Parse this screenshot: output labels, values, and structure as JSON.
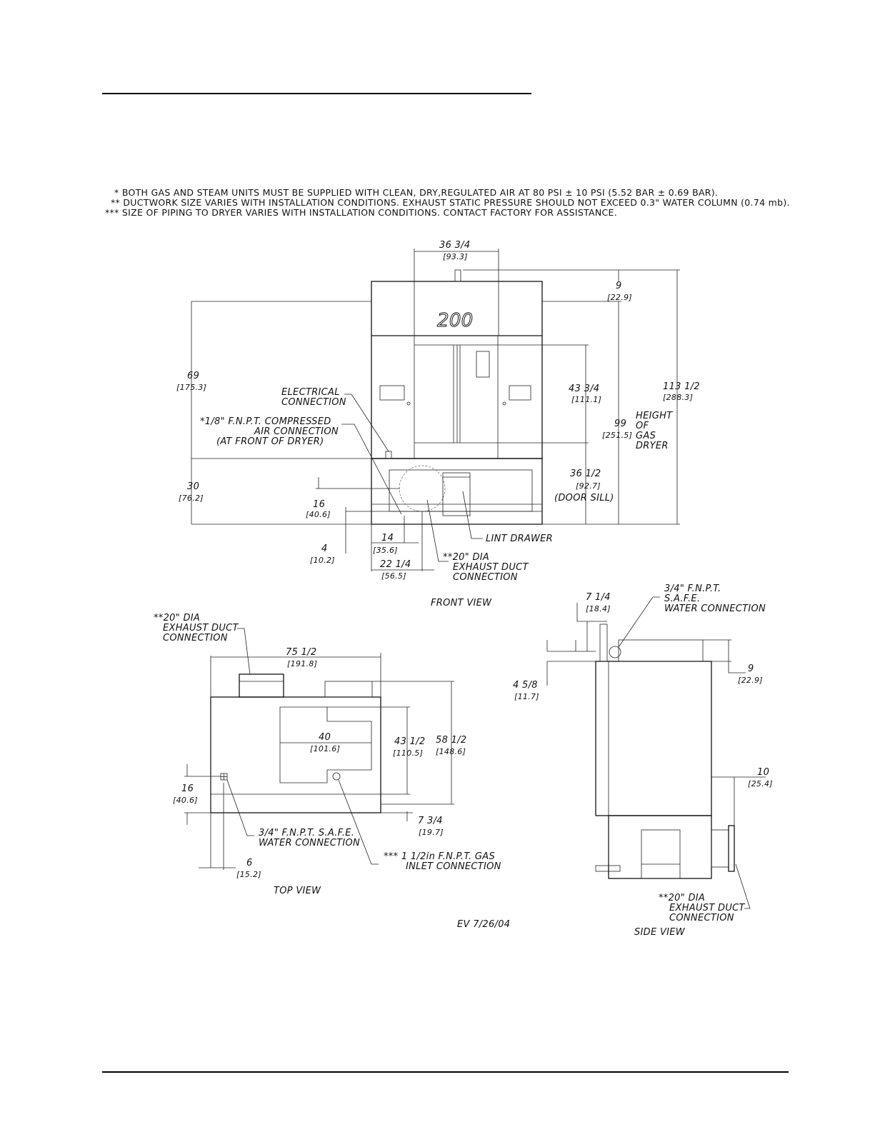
{
  "notes": [
    "* BOTH GAS AND STEAM UNITS MUST BE SUPPLIED WITH CLEAN, DRY,REGULATED AIR AT 80 PSI ± 10 PSI (5.52 BAR ± 0.69 BAR).",
    "** DUCTWORK SIZE VARIES WITH INSTALLATION CONDITIONS. EXHAUST STATIC PRESSURE SHOULD NOT EXCEED 0.3\" WATER COLUMN (0.74 mb).",
    "*** SIZE OF PIPING TO DRYER VARIES WITH INSTALLATION CONDITIONS. CONTACT FACTORY FOR ASSISTANCE."
  ],
  "front_view": {
    "title": "FRONT VIEW",
    "model_number": "200",
    "width": {
      "imperial": "36 3/4",
      "metric": "[93.3]"
    },
    "top_offset": {
      "imperial": "9",
      "metric": "[22.9]"
    },
    "overall_height": {
      "imperial": "113 1/2",
      "metric": "[288.3]"
    },
    "height_labels": [
      "HEIGHT",
      "OF",
      "GAS",
      "DRYER"
    ],
    "cabinet_height": {
      "imperial": "99",
      "metric": "[251.5]"
    },
    "door_height": {
      "imperial": "43 3/4",
      "metric": "[111.1]"
    },
    "door_sill": {
      "imperial": "36 1/2",
      "metric": "[92.7]",
      "label": "(DOOR SILL)"
    },
    "left_height": {
      "imperial": "69",
      "metric": "[175.3]"
    },
    "base_height": {
      "imperial": "30",
      "metric": "[76.2]"
    },
    "duct_height": {
      "imperial": "16",
      "metric": "[40.6]"
    },
    "air_height": {
      "imperial": "4",
      "metric": "[10.2]"
    },
    "air_offset": {
      "imperial": "14",
      "metric": "[35.6]"
    },
    "duct_offset": {
      "imperial": "22 1/4",
      "metric": "[56.5]"
    },
    "electrical_label": [
      "ELECTRICAL",
      "CONNECTION"
    ],
    "air_label": [
      "*1/8\" F.N.P.T. COMPRESSED",
      "AIR CONNECTION",
      "(AT FRONT OF DRYER)"
    ],
    "lint_label": "LINT DRAWER",
    "exhaust_label": [
      "**20\" DIA",
      "EXHAUST DUCT",
      "CONNECTION"
    ]
  },
  "top_view": {
    "title": "TOP VIEW",
    "exhaust_label": [
      "**20\" DIA",
      "EXHAUST DUCT",
      "CONNECTION"
    ],
    "width": {
      "imperial": "75 1/2",
      "metric": "[191.8]"
    },
    "inner_width": {
      "imperial": "40",
      "metric": "[101.6]"
    },
    "inner_depth": {
      "imperial": "43 1/2",
      "metric": "[110.5]"
    },
    "overall_depth": {
      "imperial": "58 1/2",
      "metric": "[148.6]"
    },
    "water_offset": {
      "imperial": "16",
      "metric": "[40.6]"
    },
    "front_offset": {
      "imperial": "7 3/4",
      "metric": "[19.7]"
    },
    "side_offset": {
      "imperial": "6",
      "metric": "[15.2]"
    },
    "water_label": [
      "3/4\" F.N.P.T. S.A.F.E.",
      "WATER CONNECTION"
    ],
    "gas_label": [
      "*** 1 1/2in F.N.P.T. GAS",
      "INLET CONNECTION"
    ]
  },
  "side_view": {
    "title": "SIDE VIEW",
    "pipe_offset": {
      "imperial": "7 1/4",
      "metric": "[18.4]"
    },
    "water_label": [
      "3/4\" F.N.P.T.",
      "S.A.F.E.",
      "WATER CONNECTION"
    ],
    "left_offset": {
      "imperial": "4 5/8",
      "metric": "[11.7]"
    },
    "top_offset": {
      "imperial": "9",
      "metric": "[22.9]"
    },
    "duct_offset": {
      "imperial": "10",
      "metric": "[25.4]"
    },
    "exhaust_label": [
      "**20\" DIA",
      "EXHAUST DUCT",
      "CONNECTION"
    ]
  },
  "revision": "EV 7/26/04"
}
